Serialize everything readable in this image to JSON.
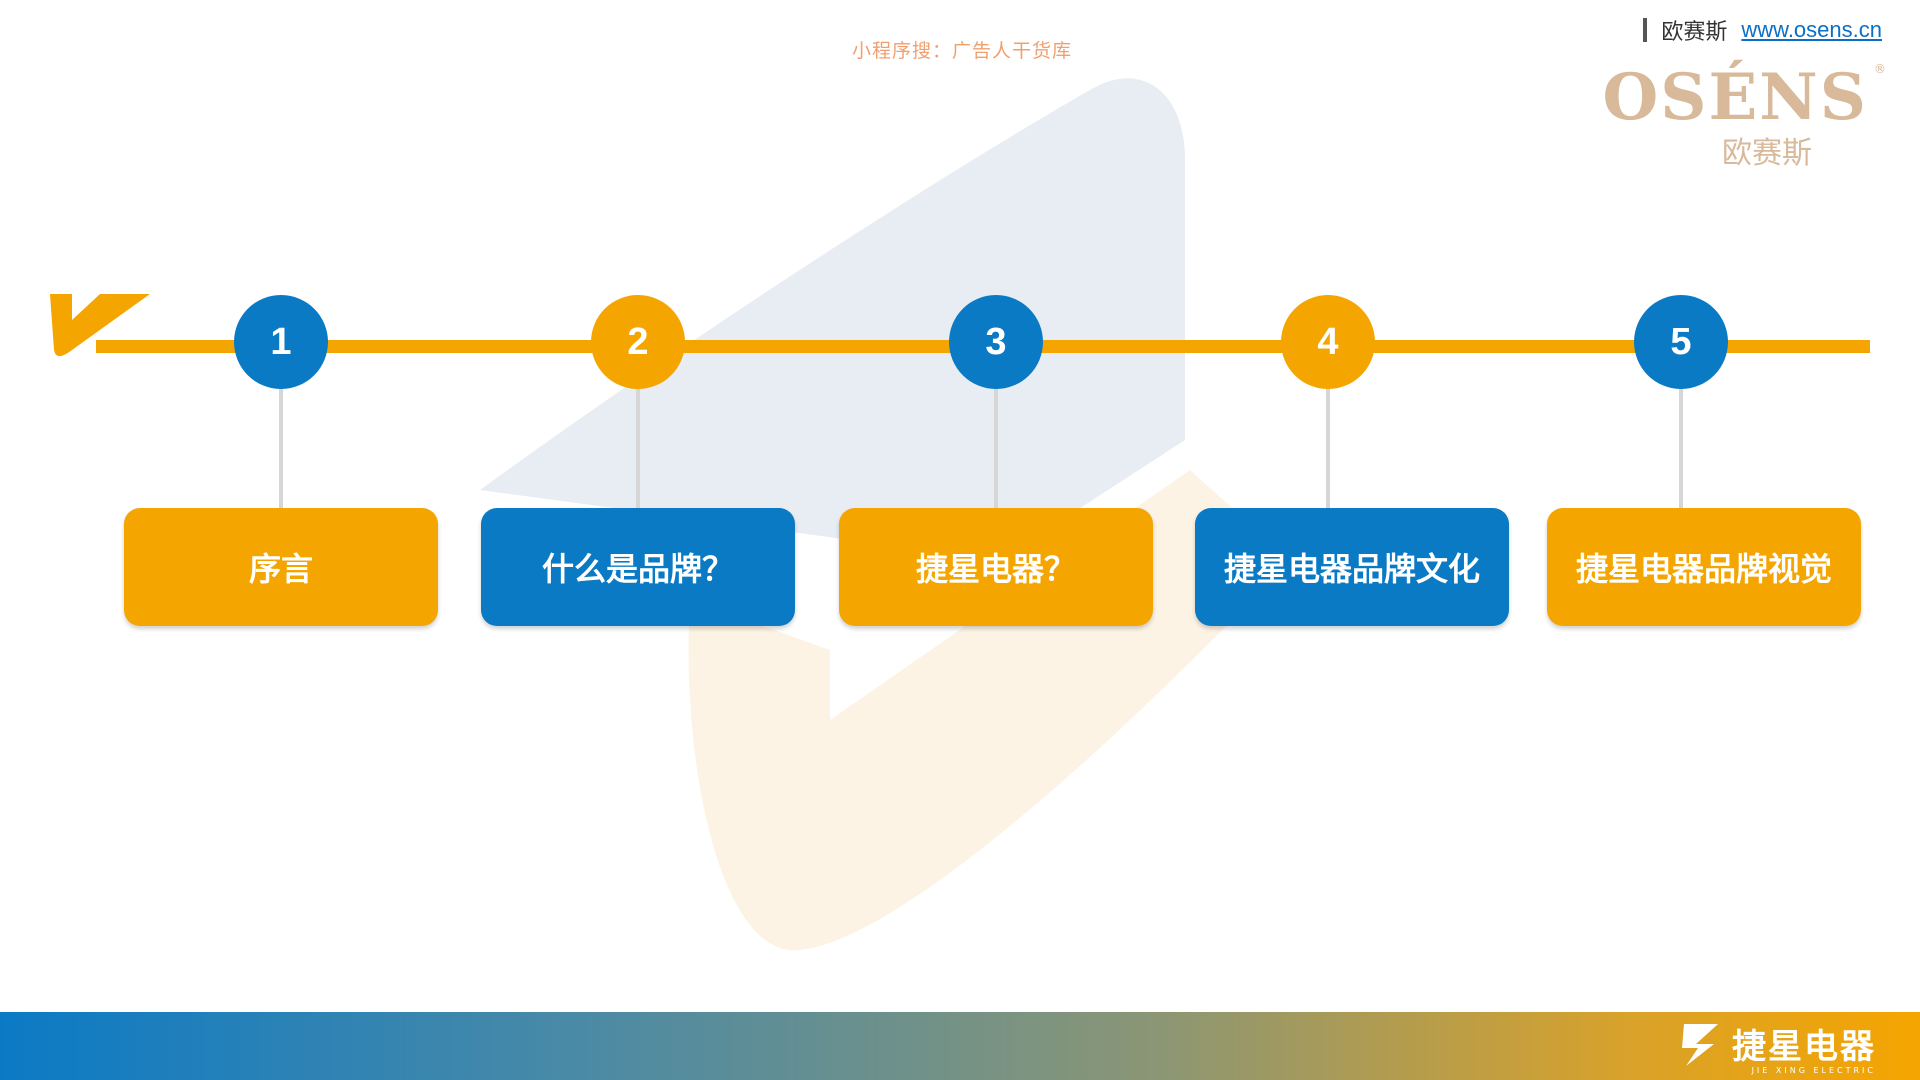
{
  "watermark": "小程序搜：广告人干货库",
  "brand": {
    "name_cn": "欧赛斯",
    "url": "www.osens.cn",
    "logo_text": "OSÉNS",
    "logo_cn": "欧赛斯",
    "logo_reg": "®"
  },
  "steps": [
    {
      "number": "1",
      "label": "序言",
      "color": "#f5a500"
    },
    {
      "number": "2",
      "label": "什么是品牌？",
      "color": "#0b7ac5"
    },
    {
      "number": "3",
      "label": "捷星电器？",
      "color": "#f5a500"
    },
    {
      "number": "4",
      "label": "捷星电器品牌文化",
      "color": "#0b7ac5"
    },
    {
      "number": "5",
      "label": "捷星电器品牌视觉",
      "color": "#f5a500"
    }
  ],
  "footer": {
    "logo_text": "捷星电器",
    "logo_sub": "JIE XING ELECTRIC"
  },
  "colors": {
    "orange": "#f5a500",
    "blue": "#0b7ac5"
  }
}
